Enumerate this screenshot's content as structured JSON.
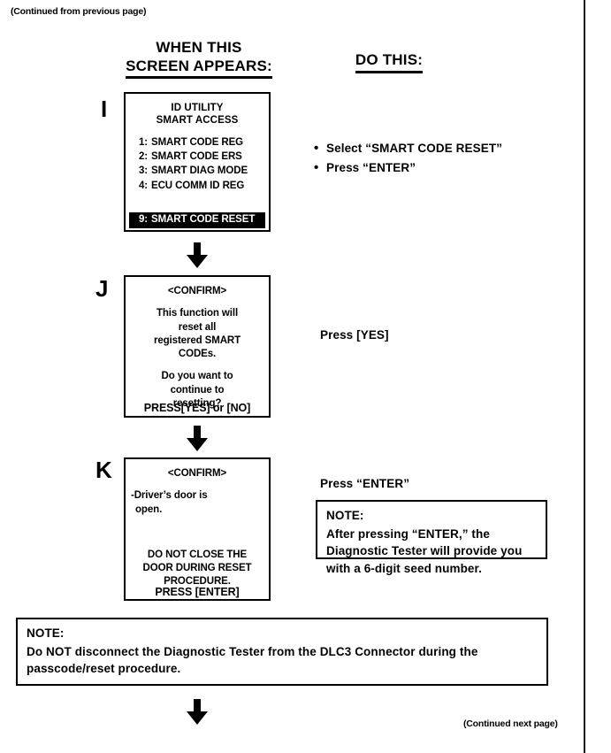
{
  "page": {
    "continued_from": "(Continued from previous page)",
    "continued_next": "(Continued next page)"
  },
  "headings": {
    "left_line1": "WHEN THIS",
    "left_line2": "SCREEN APPEARS:",
    "right": "DO THIS:"
  },
  "steps": [
    {
      "letter": "I",
      "screen": {
        "title_line1": "ID UTILITY",
        "title_line2": "SMART ACCESS",
        "menu": [
          {
            "num": "1:",
            "label": "SMART CODE REG",
            "selected": false
          },
          {
            "num": "2:",
            "label": "SMART CODE ERS",
            "selected": false
          },
          {
            "num": "3:",
            "label": "SMART DIAG MODE",
            "selected": false
          },
          {
            "num": "4:",
            "label": "ECU COMM ID REG",
            "selected": false
          }
        ],
        "selected_item": {
          "num": "9:",
          "label": "SMART CODE RESET",
          "selected": true
        }
      },
      "actions": [
        "Select “SMART CODE RESET”",
        "Press “ENTER”"
      ]
    },
    {
      "letter": "J",
      "screen": {
        "title": "<CONFIRM>",
        "para1_line1": "This function will",
        "para1_line2": "reset all",
        "para1_line3": "registered SMART",
        "para1_line4": "CODEs.",
        "para2_line1": "Do you want to",
        "para2_line2": "continue to",
        "para2_line3": "resetting?",
        "footer": "PRESS[YES] or [NO]"
      },
      "action": "Press [YES]"
    },
    {
      "letter": "K",
      "screen": {
        "title": "<CONFIRM>",
        "bullet_line1": "-Driver’s door is",
        "bullet_line2": "open.",
        "warn_line1": "DO NOT CLOSE THE",
        "warn_line2": "DOOR DURING RESET",
        "warn_line3": "PROCEDURE.",
        "footer": "PRESS [ENTER]"
      },
      "action": "Press “ENTER”",
      "note": {
        "label": "NOTE:",
        "line1": "After pressing “ENTER,” the",
        "line2": "Diagnostic Tester will provide you",
        "line3": "with a 6-digit seed number."
      }
    }
  ],
  "bottom_note": {
    "label": "NOTE:",
    "line1": "Do NOT disconnect the Diagnostic Tester from the DLC3 Connector during the",
    "line2": "passcode/reset procedure."
  },
  "icons": {
    "arrow_down": "arrow-down-icon"
  },
  "colors": {
    "ink": "#000000",
    "paper": "#ffffff",
    "highlight_bg": "#000000",
    "highlight_fg": "#ffffff"
  }
}
